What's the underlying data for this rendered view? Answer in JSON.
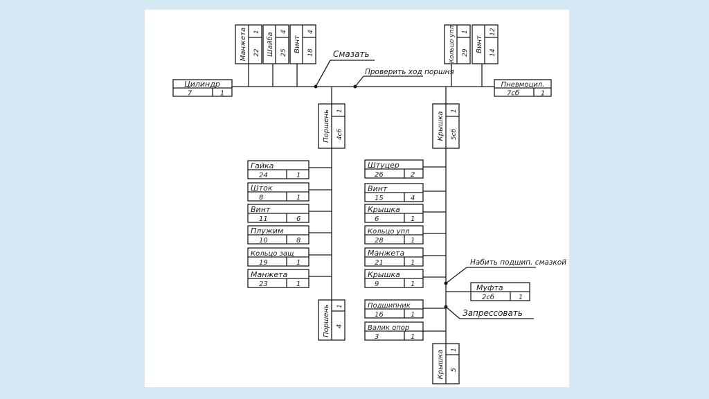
{
  "diagram": {
    "root": {
      "name": "Цилиндр",
      "num": "7",
      "qty": "1"
    },
    "assembly": {
      "name": "Пневмоцил.",
      "num": "7сб",
      "qty": "1"
    },
    "top_parts": [
      {
        "name": "Манжета",
        "num": "22",
        "qty": "1"
      },
      {
        "name": "Шайба",
        "num": "25",
        "qty": "4"
      },
      {
        "name": "Винт",
        "num": "18",
        "qty": "4"
      },
      {
        "name": "Кольцо упл",
        "num": "29",
        "qty": "1"
      },
      {
        "name": "Винт",
        "num": "14",
        "qty": "12"
      }
    ],
    "operations": {
      "lubricate": "Смазать",
      "check": "Проверить ход поршня",
      "pack_bearing": "Набить подшип. смазкой",
      "press_fit": "Запрессовать"
    },
    "subassemblies": {
      "piston_sb": {
        "name": "Поршень",
        "num": "4сб",
        "qty": "1"
      },
      "cover_sb": {
        "name": "Крышка",
        "num": "5сб",
        "qty": "1"
      },
      "coupling_sb": {
        "name": "Муфта",
        "num": "2сб",
        "qty": "1"
      }
    },
    "left_parts": [
      {
        "name": "Гайка",
        "num": "24",
        "qty": "1"
      },
      {
        "name": "Шток",
        "num": "8",
        "qty": "1"
      },
      {
        "name": "Винт",
        "num": "11",
        "qty": "6"
      },
      {
        "name": "Плужим",
        "num": "10",
        "qty": "8"
      },
      {
        "name": "Кольцо защ",
        "num": "19",
        "qty": "1"
      },
      {
        "name": "Манжета",
        "num": "23",
        "qty": "1"
      }
    ],
    "right_parts": [
      {
        "name": "Штуцер",
        "num": "26",
        "qty": "2"
      },
      {
        "name": "Винт",
        "num": "15",
        "qty": "4"
      },
      {
        "name": "Крышка",
        "num": "6",
        "qty": "1"
      },
      {
        "name": "Кольцо упл",
        "num": "28",
        "qty": "1"
      },
      {
        "name": "Манжета",
        "num": "21",
        "qty": "1"
      },
      {
        "name": "Крышка",
        "num": "9",
        "qty": "1"
      },
      {
        "name": "Подшипник",
        "num": "16",
        "qty": "1"
      },
      {
        "name": "Валик опор",
        "num": "3",
        "qty": "1"
      }
    ],
    "base_parts": {
      "piston": {
        "name": "Поршень",
        "num": "4",
        "qty": "1"
      },
      "cover": {
        "name": "Крышка",
        "num": "5",
        "qty": "1"
      }
    }
  }
}
